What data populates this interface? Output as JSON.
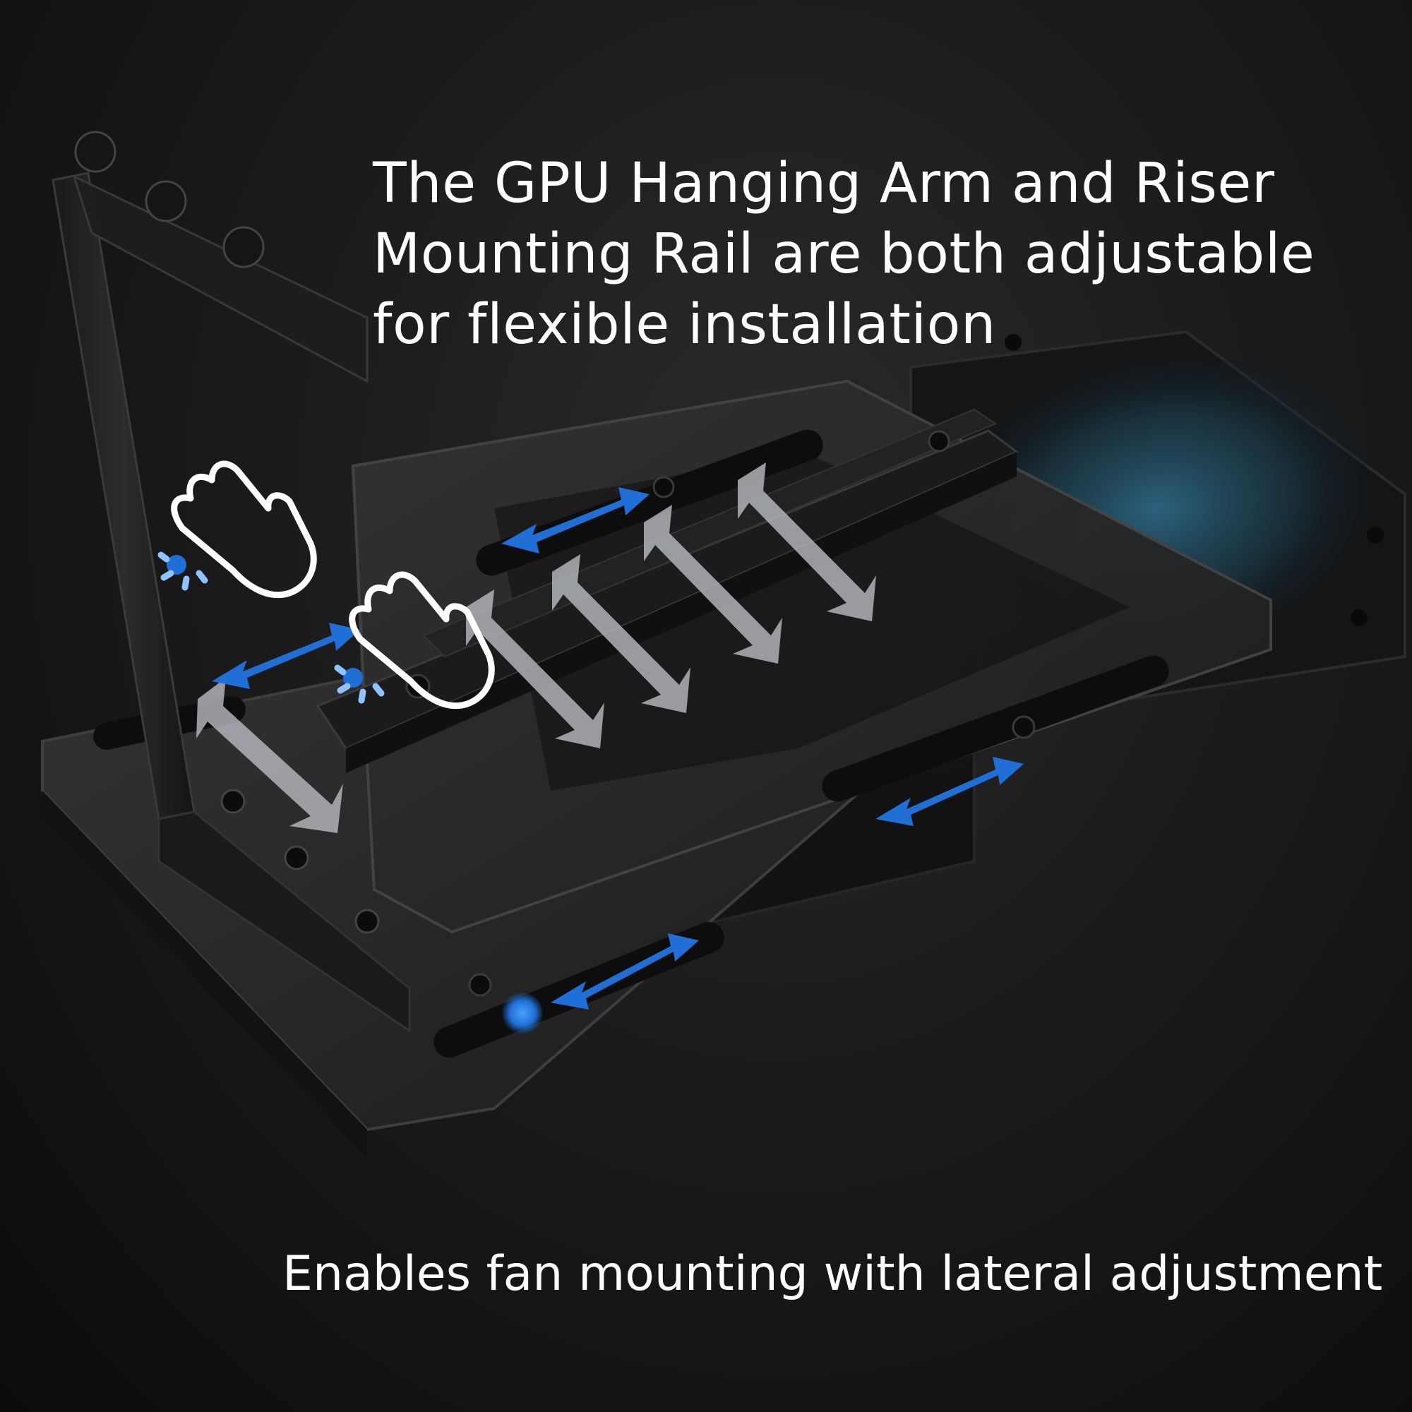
{
  "headline": {
    "lines": [
      "The GPU Hanging Arm and Riser",
      "Mounting Rail are both adjustable",
      "for flexible installation"
    ]
  },
  "caption": "Enables fan mounting with lateral adjustment",
  "colors": {
    "background": "#161616",
    "metal": "#262626",
    "metal_edge": "#3a3a3a",
    "fan_glow": "#2f6f8f",
    "arrow_blue": "#1f6fd6",
    "arrow_gray": "#b9bcc2",
    "text": "#ffffff"
  },
  "icons": [
    "tap-hand-icon",
    "double-arrow-icon",
    "screw-icon",
    "fan-icon"
  ]
}
